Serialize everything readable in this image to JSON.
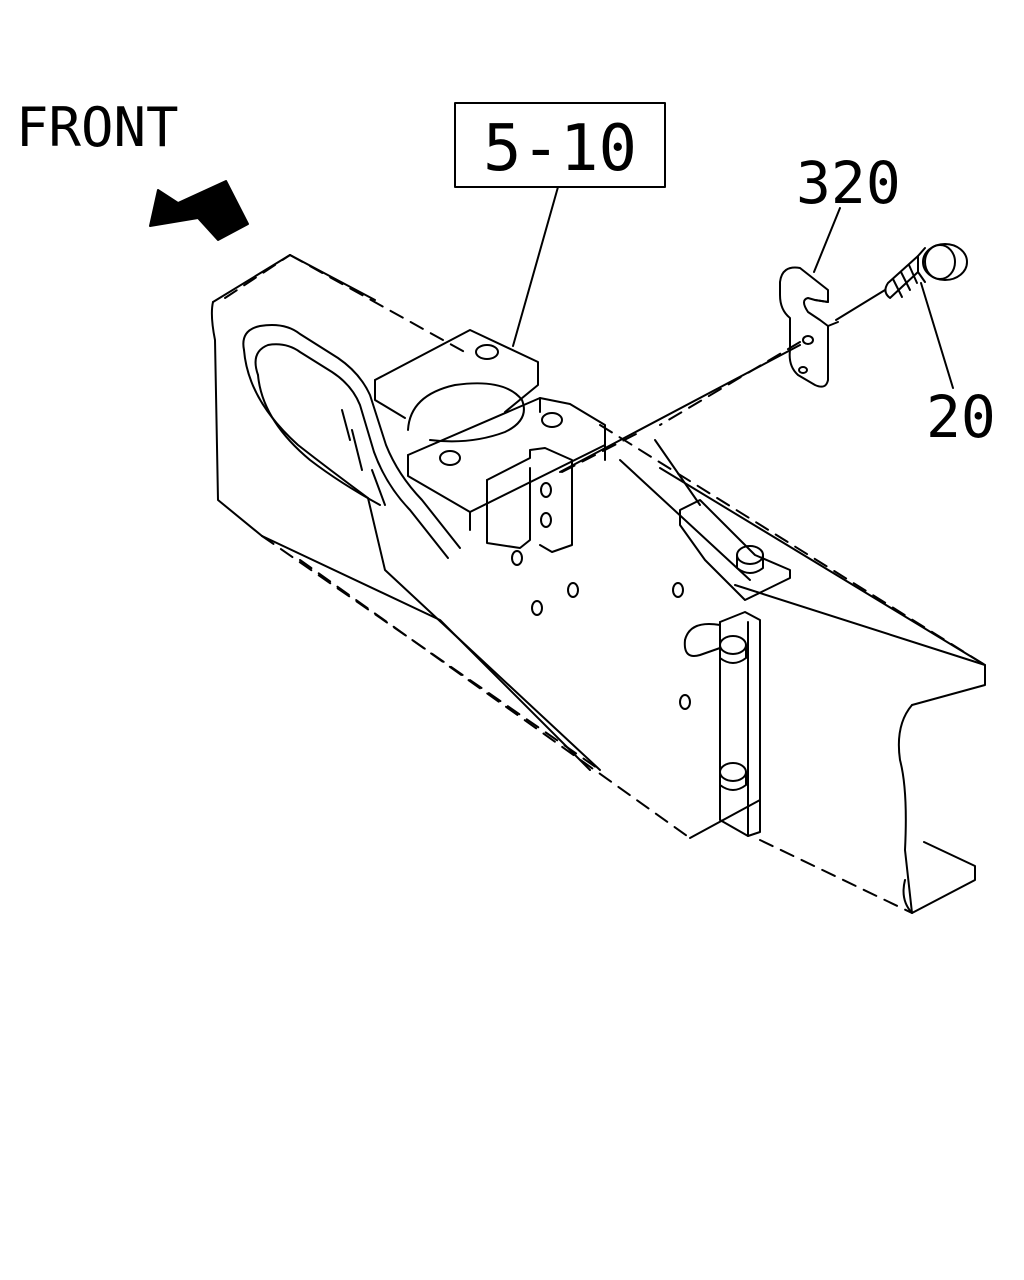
{
  "labels": {
    "direction": "FRONT",
    "reference": "5-10",
    "part_plate": "320",
    "part_bolt": "20"
  },
  "colors": {
    "ink": "#000000",
    "paper": "#ffffff"
  },
  "icons": {
    "direction_arrow": "arrow-up-left-icon"
  }
}
